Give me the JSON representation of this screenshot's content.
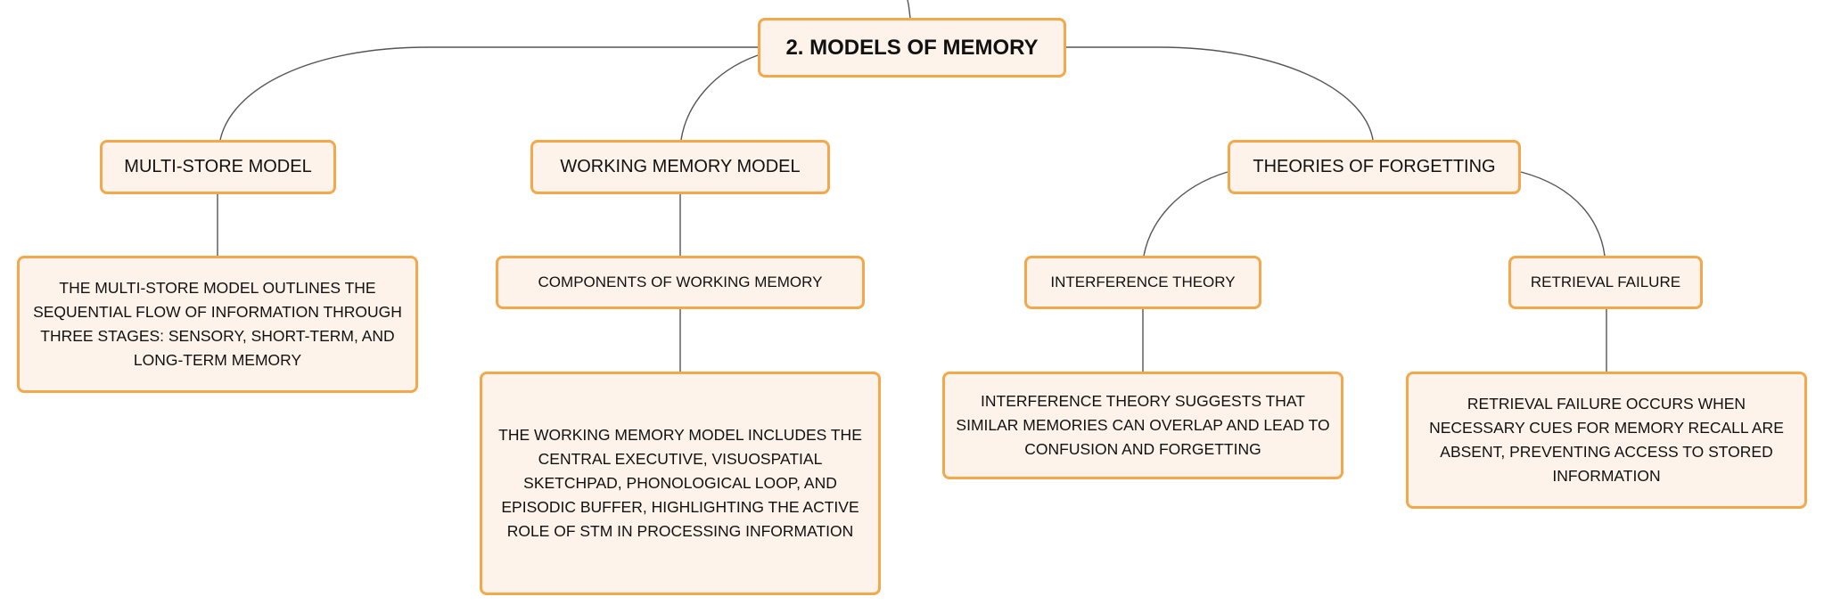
{
  "diagram": {
    "root": "2. MODELS OF MEMORY",
    "branches": {
      "multi_store": {
        "title": "MULTI-STORE MODEL",
        "detail": "THE MULTI-STORE MODEL OUTLINES THE SEQUENTIAL FLOW OF INFORMATION THROUGH THREE STAGES: SENSORY, SHORT-TERM, AND LONG-TERM MEMORY"
      },
      "working_memory": {
        "title": "WORKING MEMORY MODEL",
        "sub": "COMPONENTS OF WORKING MEMORY",
        "detail": "THE WORKING MEMORY MODEL INCLUDES THE CENTRAL EXECUTIVE, VISUOSPATIAL SKETCHPAD, PHONOLOGICAL LOOP, AND EPISODIC BUFFER, HIGHLIGHTING THE ACTIVE ROLE OF STM IN PROCESSING INFORMATION"
      },
      "forgetting": {
        "title": "THEORIES OF FORGETTING",
        "interference": {
          "title": "INTERFERENCE THEORY",
          "detail": "INTERFERENCE THEORY SUGGESTS THAT SIMILAR MEMORIES CAN OVERLAP AND LEAD TO CONFUSION AND FORGETTING"
        },
        "retrieval": {
          "title": "RETRIEVAL FAILURE",
          "detail": "RETRIEVAL FAILURE OCCURS WHEN NECESSARY CUES FOR MEMORY RECALL ARE ABSENT, PREVENTING ACCESS TO STORED INFORMATION"
        }
      }
    }
  },
  "colors": {
    "node_fill": "#fdf3ea",
    "node_border": "#f2a84b",
    "connector": "#555555",
    "text": "#111111"
  }
}
